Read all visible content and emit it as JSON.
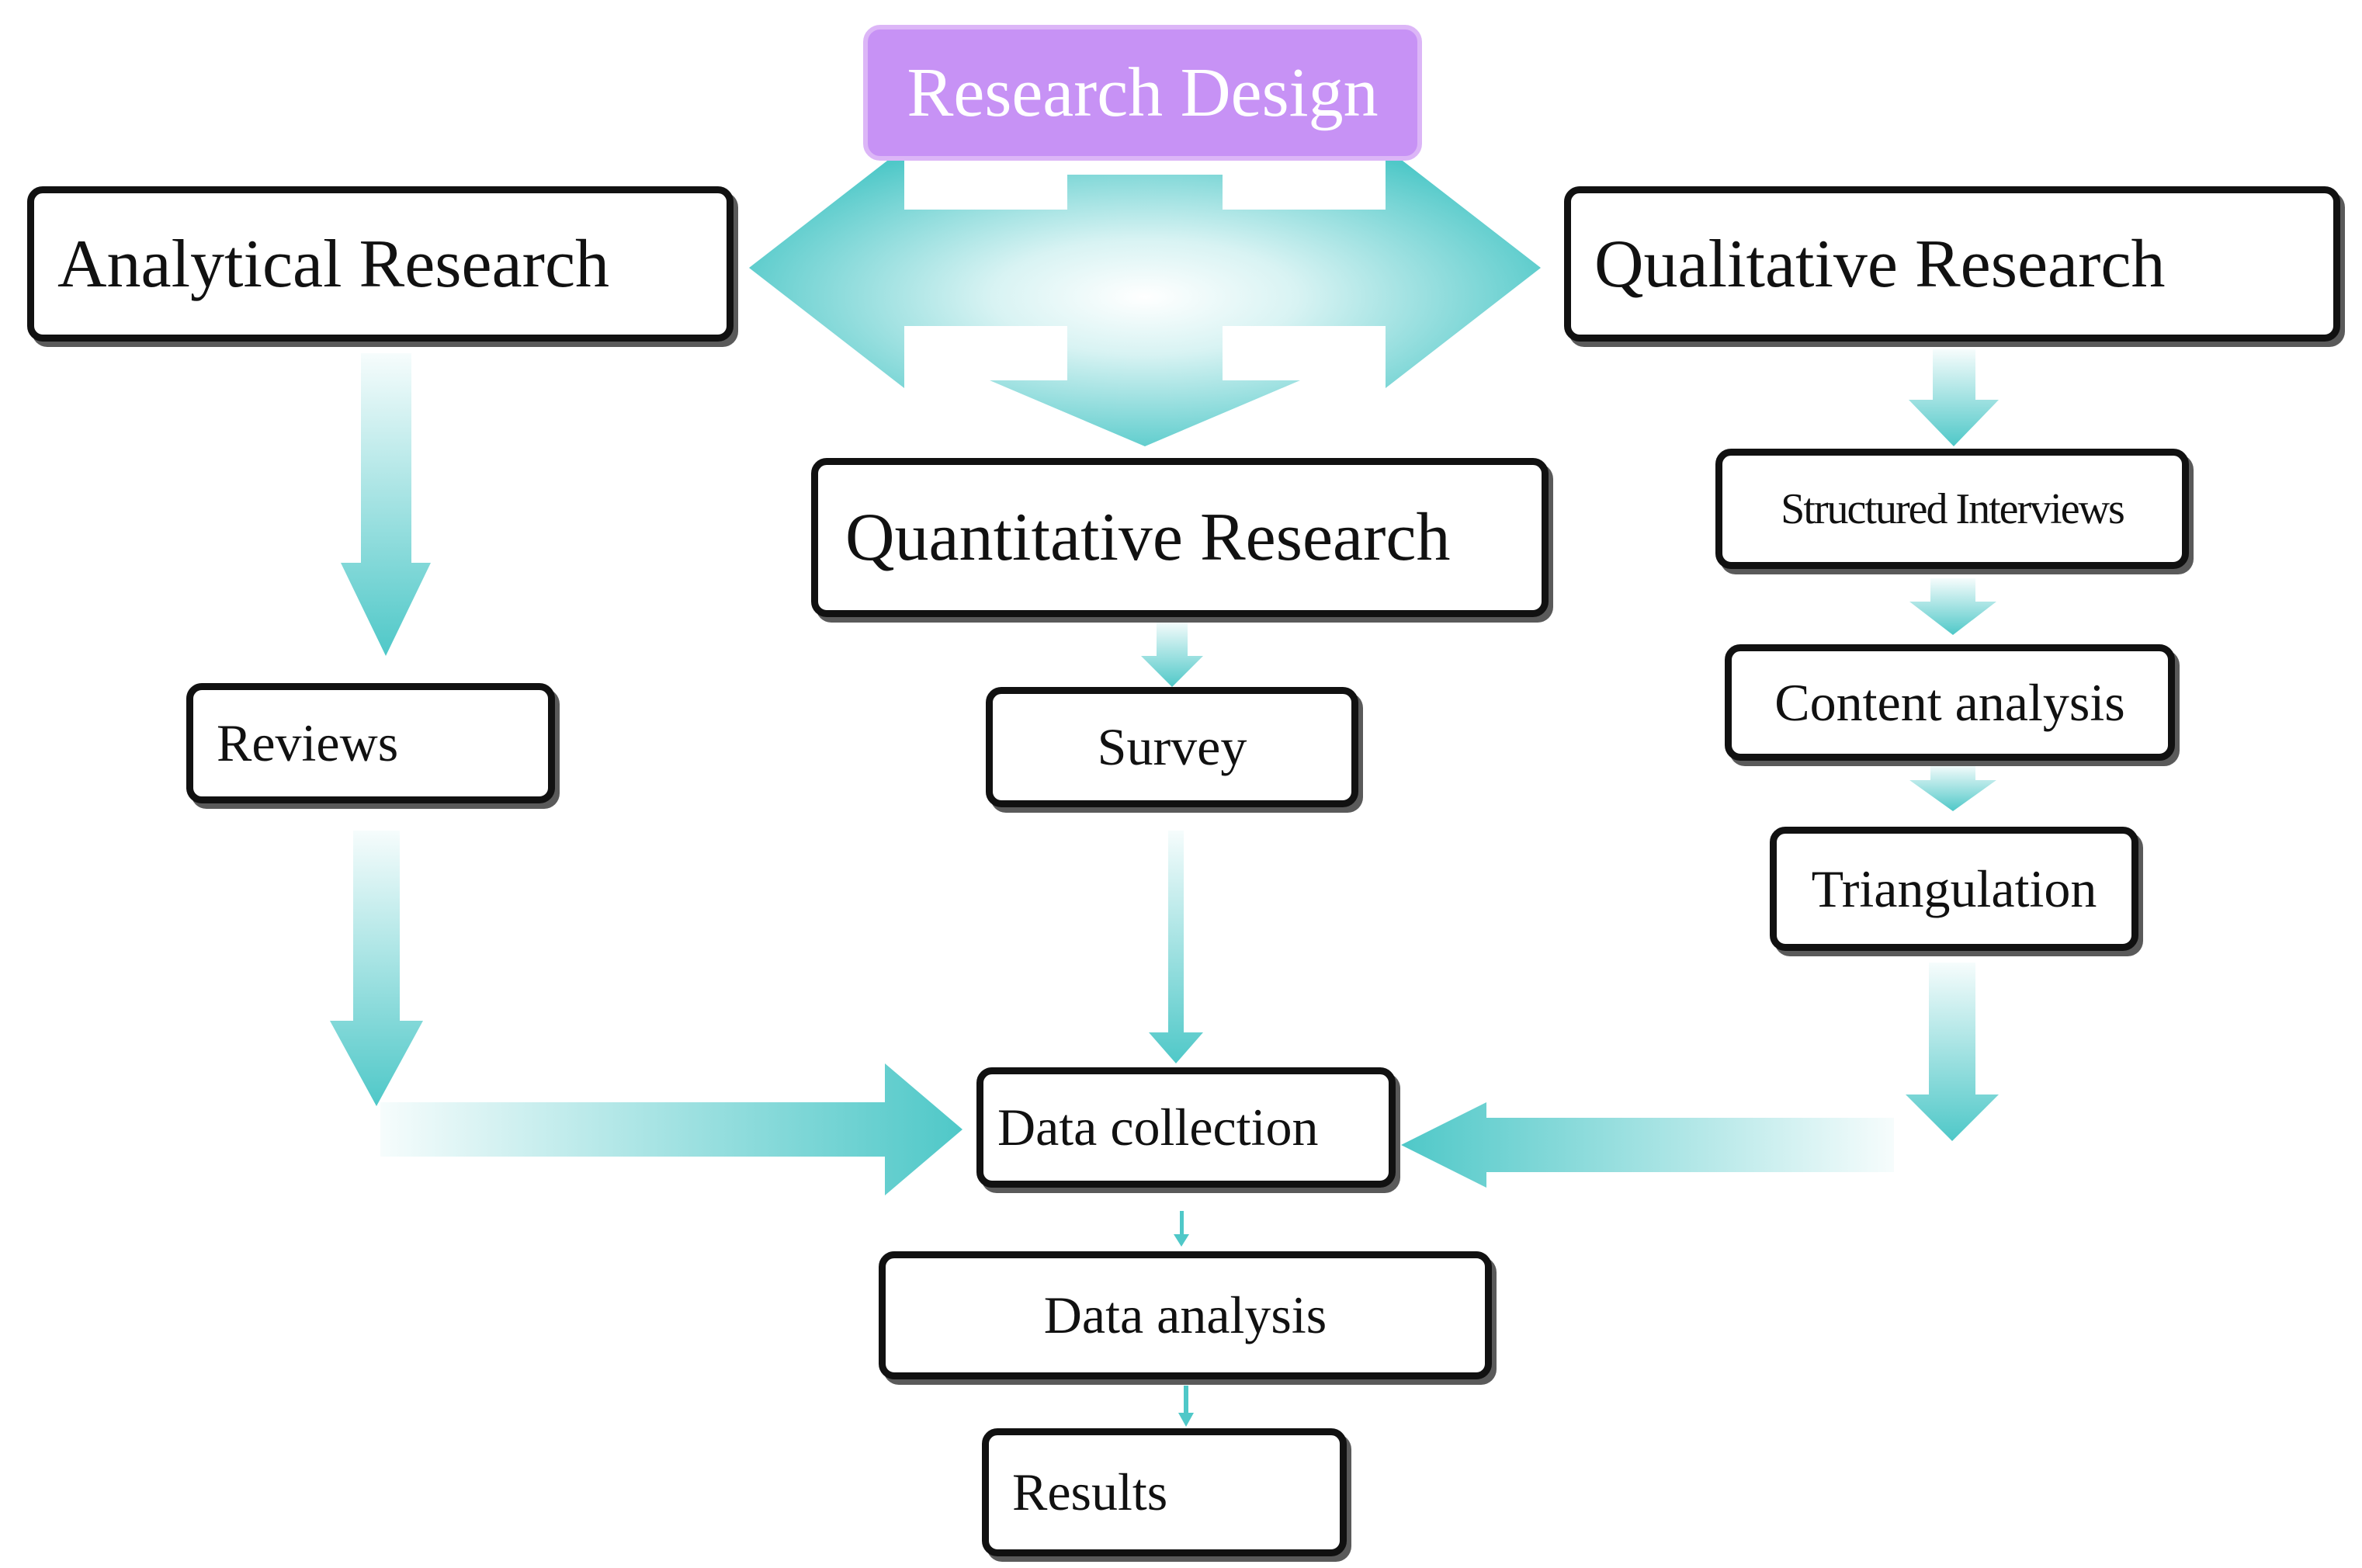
{
  "title": "Research Design",
  "colors": {
    "title_fill": "#c792f5",
    "arrow": "#4fc8c8",
    "border": "#111111",
    "text": "#111111"
  },
  "branches": {
    "analytical": "Analytical Research",
    "quantitative": "Quantitative Research",
    "qualitative": "Qualitative Research"
  },
  "steps": {
    "reviews": "Reviews",
    "survey": "Survey",
    "structured_interviews": "Structured Interviews",
    "content_analysis": "Content analysis",
    "triangulation": "Triangulation"
  },
  "pipeline": {
    "data_collection": "Data collection",
    "data_analysis": "Data analysis",
    "results": "Results"
  }
}
